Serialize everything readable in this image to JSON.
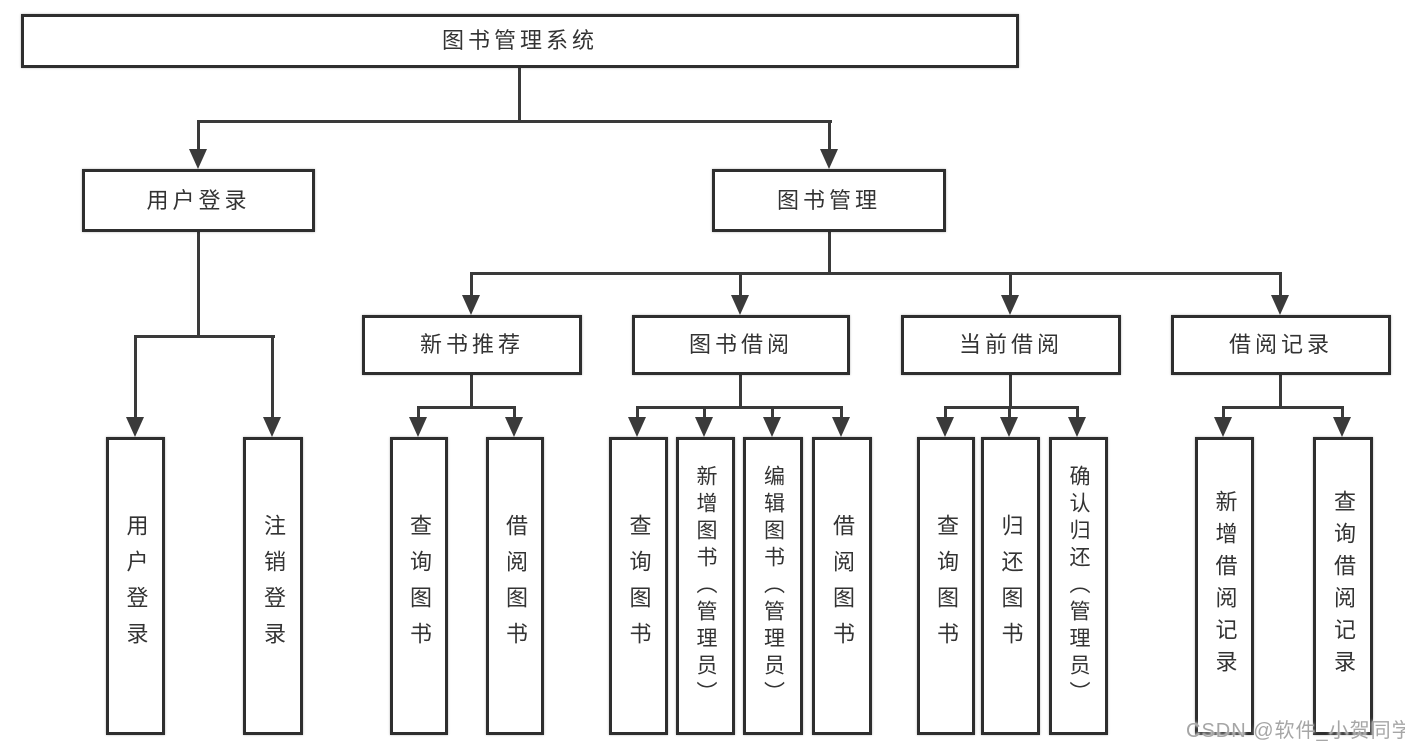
{
  "tree": {
    "label": "图书管理系统",
    "children": [
      {
        "label": "用户登录",
        "children": [
          {
            "label": "用户登录"
          },
          {
            "label": "注销登录"
          }
        ]
      },
      {
        "label": "图书管理",
        "children": [
          {
            "label": "新书推荐",
            "children": [
              {
                "label": "查询图书"
              },
              {
                "label": "借阅图书"
              }
            ]
          },
          {
            "label": "图书借阅",
            "children": [
              {
                "label": "查询图书"
              },
              {
                "label": "新增图书（管理员）"
              },
              {
                "label": "编辑图书（管理员）"
              },
              {
                "label": "借阅图书"
              }
            ]
          },
          {
            "label": "当前借阅",
            "children": [
              {
                "label": "查询图书"
              },
              {
                "label": "归还图书"
              },
              {
                "label": "确认归还（管理员）"
              }
            ]
          },
          {
            "label": "借阅记录",
            "children": [
              {
                "label": "新增借阅记录"
              },
              {
                "label": "查询借阅记录"
              }
            ]
          }
        ]
      }
    ]
  },
  "watermark": "CSDN @软件_小贺同学",
  "colors": {
    "background": "#ffffff",
    "line": "#3a3a3a",
    "box_border": "#2e2e2e",
    "text": "#333333",
    "watermark": "#a6a6a6"
  }
}
